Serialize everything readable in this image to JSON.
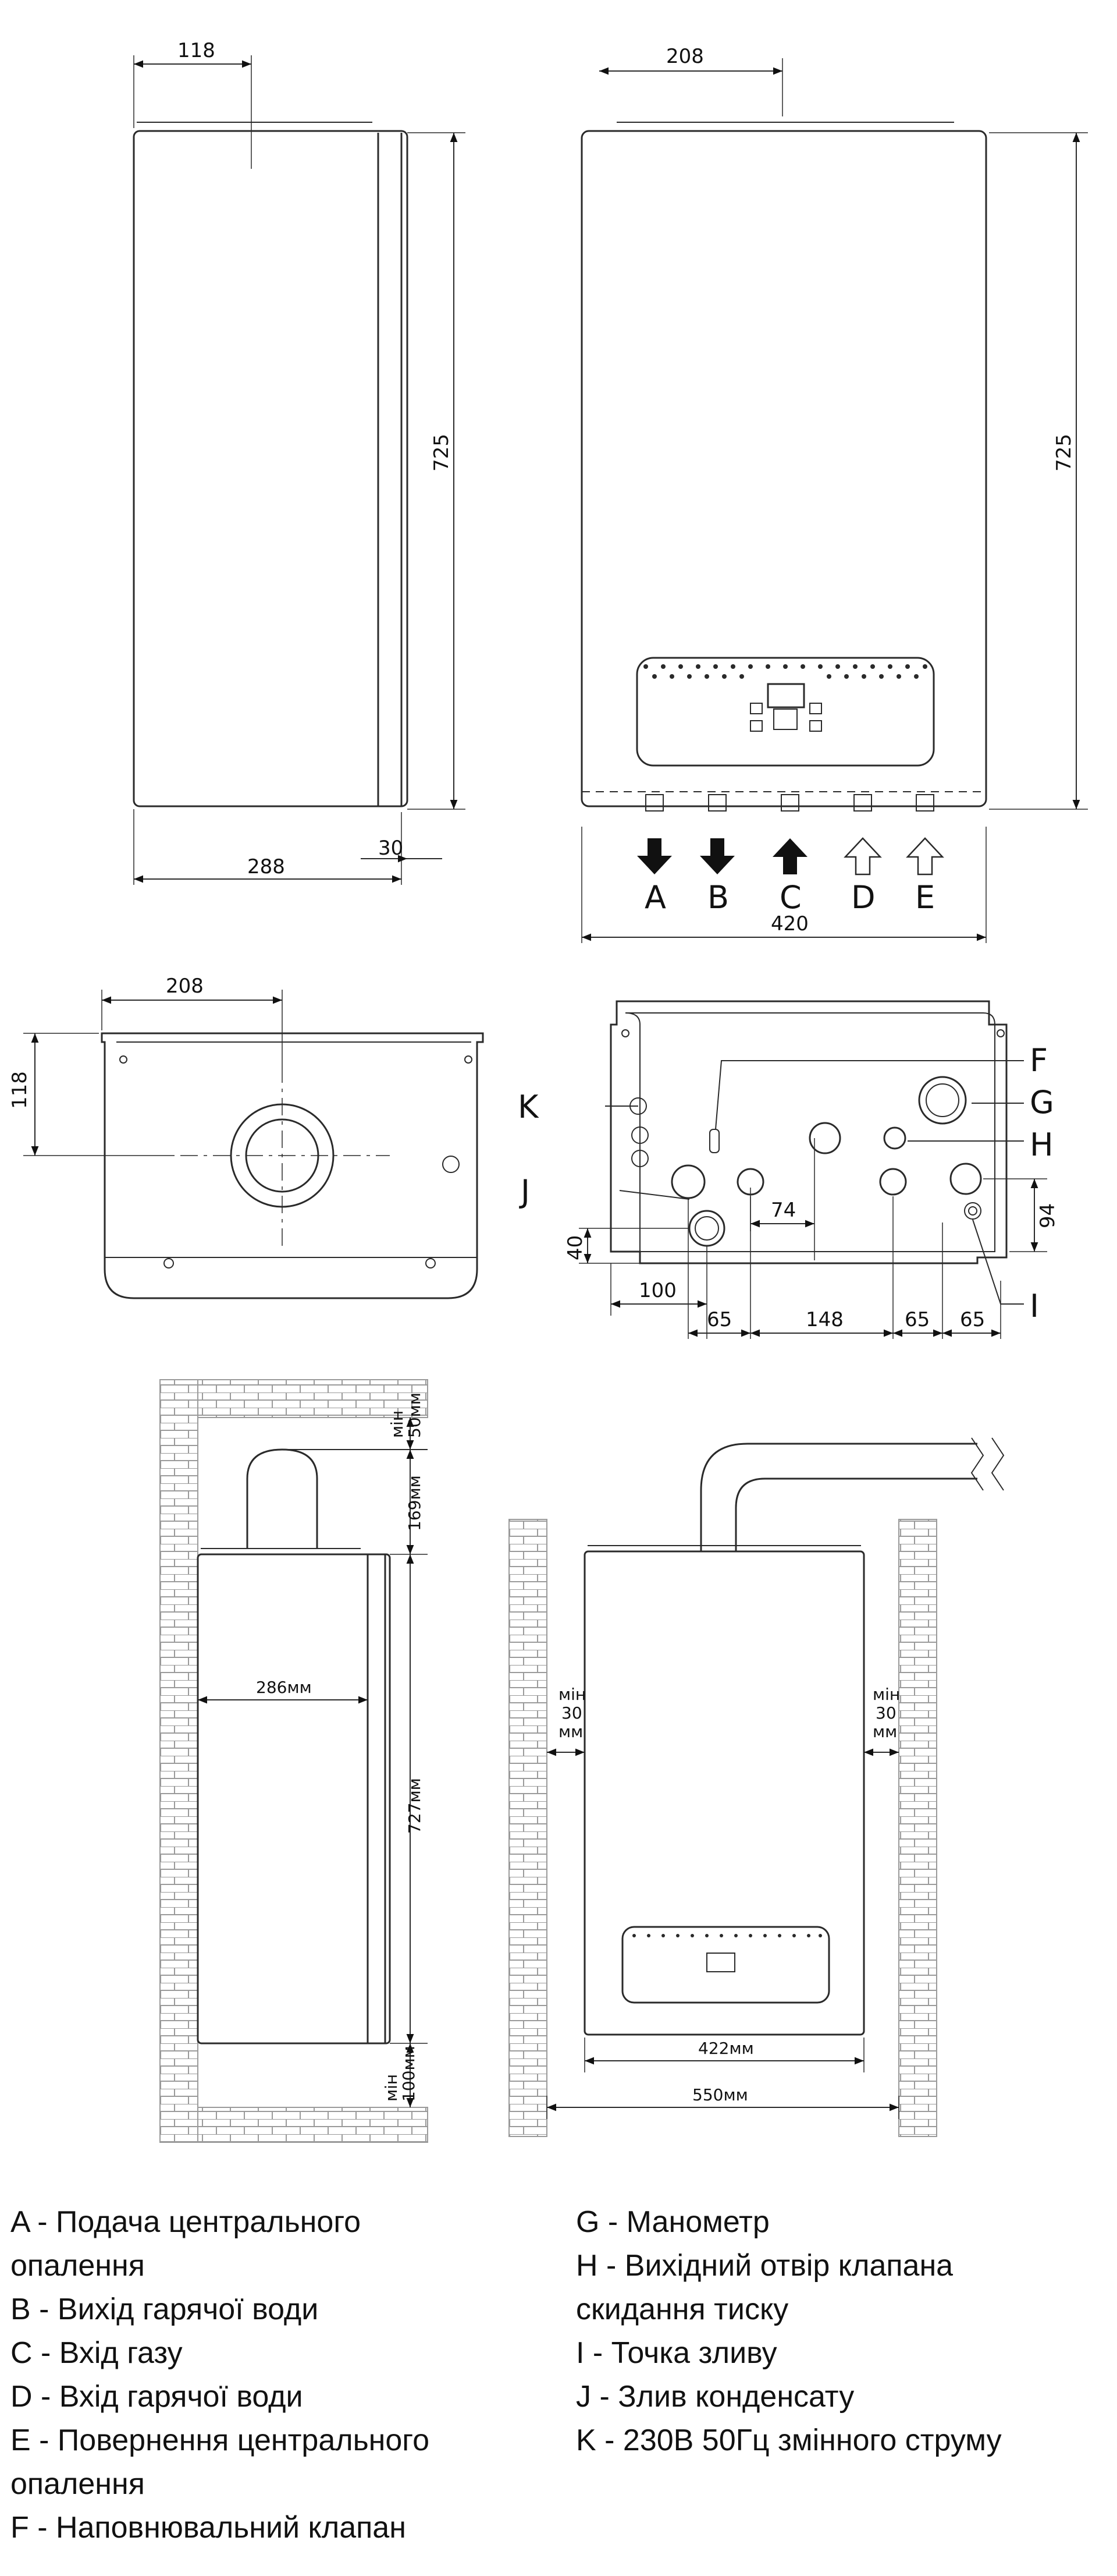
{
  "dimensions": {
    "side_depth_offset": "118",
    "side_height": "725",
    "side_width": "288",
    "side_bracket": "30",
    "front_offset": "208",
    "front_height": "725",
    "front_width": "420",
    "bottom_offset_x": "208",
    "bottom_offset_y": "118",
    "conn_74": "74",
    "conn_94": "94",
    "conn_40": "40",
    "conn_100": "100",
    "conn_65a": "65",
    "conn_148": "148",
    "conn_65b": "65",
    "conn_65c": "65",
    "inst_top_clear": "мін\n50мм",
    "inst_flue": "169мм",
    "inst_depth": "286мм",
    "inst_height": "727мм",
    "inst_bottom_clear": "мін\n100мм",
    "inst_side_left": "мін\n30\nмм",
    "inst_side_right": "мін\n30\nмм",
    "inst_width": "422мм",
    "inst_total_width": "550мм"
  },
  "connections": [
    "A",
    "B",
    "C",
    "D",
    "E"
  ],
  "callouts": [
    "F",
    "G",
    "H",
    "I",
    "J",
    "K"
  ],
  "legend": {
    "left": [
      "A - Подача центрального",
      "опалення",
      "B - Вихід гарячої води",
      "C - Вхід газу",
      "D - Вхід гарячої води",
      "E - Повернення центрального",
      "опалення",
      "F - Наповнювальний клапан"
    ],
    "right": [
      "G - Манометр",
      "H - Вихідний отвір клапана",
      "скидання тиску",
      "I - Точка зливу",
      "J - Злив конденсату",
      "K - 230В 50Гц змінного струму"
    ]
  },
  "colors": {
    "line": "#2a2a2a",
    "brick": "#bdbdbd",
    "dim": "#111111"
  }
}
